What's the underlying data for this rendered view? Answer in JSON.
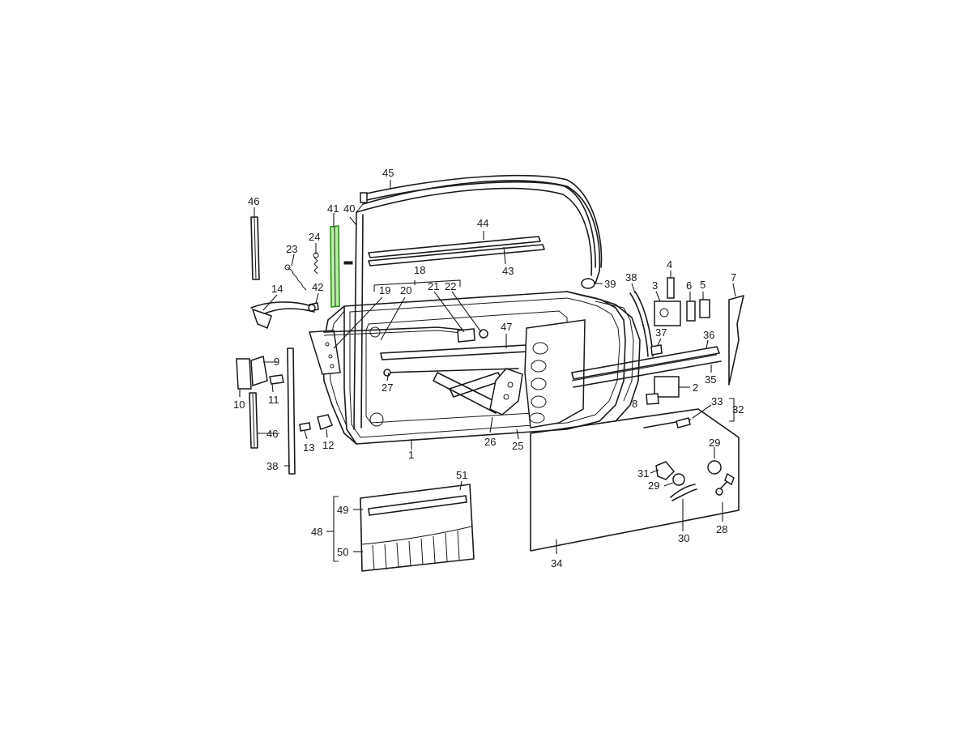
{
  "diagram": {
    "highlighted_part": "41",
    "highlight_color": "#b7f0a6",
    "callouts": [
      {
        "id": "c1",
        "label": "1"
      },
      {
        "id": "c2",
        "label": "2"
      },
      {
        "id": "c3",
        "label": "3"
      },
      {
        "id": "c4",
        "label": "4"
      },
      {
        "id": "c5",
        "label": "5"
      },
      {
        "id": "c6",
        "label": "6"
      },
      {
        "id": "c7",
        "label": "7"
      },
      {
        "id": "c8",
        "label": "8"
      },
      {
        "id": "c9",
        "label": "9"
      },
      {
        "id": "c10",
        "label": "10"
      },
      {
        "id": "c11",
        "label": "11"
      },
      {
        "id": "c12",
        "label": "12"
      },
      {
        "id": "c13",
        "label": "13"
      },
      {
        "id": "c14",
        "label": "14"
      },
      {
        "id": "c18",
        "label": "18"
      },
      {
        "id": "c19",
        "label": "19"
      },
      {
        "id": "c20",
        "label": "20"
      },
      {
        "id": "c21",
        "label": "21"
      },
      {
        "id": "c22",
        "label": "22"
      },
      {
        "id": "c23",
        "label": "23"
      },
      {
        "id": "c24",
        "label": "24"
      },
      {
        "id": "c25",
        "label": "25"
      },
      {
        "id": "c26",
        "label": "26"
      },
      {
        "id": "c27",
        "label": "27"
      },
      {
        "id": "c28",
        "label": "28"
      },
      {
        "id": "c29a",
        "label": "29"
      },
      {
        "id": "c29b",
        "label": "29"
      },
      {
        "id": "c30",
        "label": "30"
      },
      {
        "id": "c31",
        "label": "31"
      },
      {
        "id": "c32",
        "label": "32"
      },
      {
        "id": "c33",
        "label": "33"
      },
      {
        "id": "c34",
        "label": "34"
      },
      {
        "id": "c35",
        "label": "35"
      },
      {
        "id": "c36",
        "label": "36"
      },
      {
        "id": "c37",
        "label": "37"
      },
      {
        "id": "c38a",
        "label": "38"
      },
      {
        "id": "c38b",
        "label": "38"
      },
      {
        "id": "c39",
        "label": "39"
      },
      {
        "id": "c40",
        "label": "40"
      },
      {
        "id": "c41",
        "label": "41"
      },
      {
        "id": "c42",
        "label": "42"
      },
      {
        "id": "c43",
        "label": "43"
      },
      {
        "id": "c44",
        "label": "44"
      },
      {
        "id": "c45",
        "label": "45"
      },
      {
        "id": "c46a",
        "label": "46"
      },
      {
        "id": "c46b",
        "label": "46"
      },
      {
        "id": "c47",
        "label": "47"
      },
      {
        "id": "c48",
        "label": "48"
      },
      {
        "id": "c49",
        "label": "49"
      },
      {
        "id": "c50",
        "label": "50"
      },
      {
        "id": "c51",
        "label": "51"
      }
    ]
  }
}
